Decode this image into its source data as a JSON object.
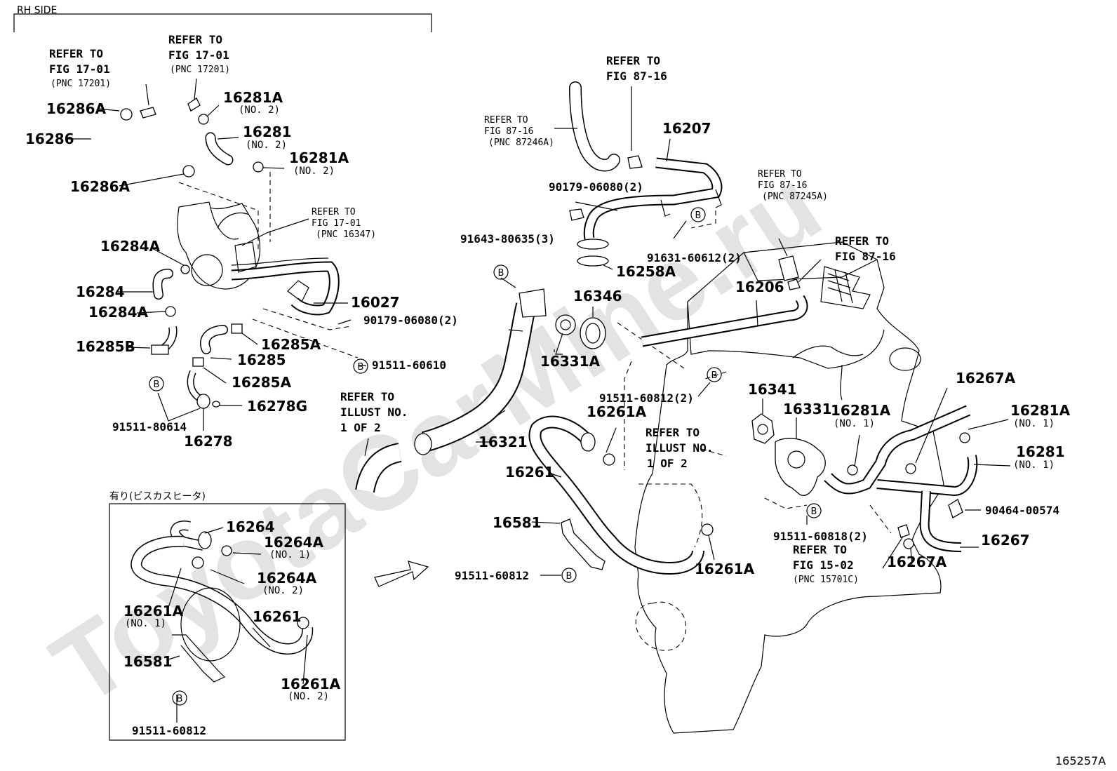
{
  "header": {
    "section": "RH SIDE",
    "figure_code": "165257A"
  },
  "watermark": "ToyotaCarMine.ru",
  "refs": {
    "fig1701_a": [
      "REFER TO",
      "FIG 17-01",
      "(PNC 17201)"
    ],
    "fig1701_b": [
      "REFER TO",
      "FIG 17-01",
      "(PNC 17201)"
    ],
    "fig1701_c": [
      "REFER TO",
      "FIG 17-01",
      "(PNC 16347)"
    ],
    "fig8716_a": [
      "REFER TO",
      "FIG 87-16"
    ],
    "fig8716_b": [
      "REFER TO",
      "FIG 87-16",
      "(PNC 87246A)"
    ],
    "fig8716_c": [
      "REFER TO",
      "FIG 87-16",
      "(PNC 87245A)"
    ],
    "fig8716_d": [
      "REFER TO",
      "FIG 87-16"
    ],
    "illust_a": [
      "REFER TO",
      "ILLUST NO.",
      "1 OF 2"
    ],
    "illust_b": [
      "REFER TO",
      "ILLUST NO.",
      "1 OF 2"
    ],
    "fig1502": [
      "REFER TO",
      "FIG 15-02",
      "(PNC 15701C)"
    ]
  },
  "inset": {
    "title": "有り(ビスカスヒータ)"
  },
  "bolt_symbol": "B",
  "labels": [
    {
      "id": "l1",
      "text": "16286A"
    },
    {
      "id": "l2",
      "text": "16286"
    },
    {
      "id": "l3",
      "text": "16286A"
    },
    {
      "id": "l4",
      "text": "16281A"
    },
    {
      "id": "l5",
      "text": "(NO. 2)"
    },
    {
      "id": "l6",
      "text": "16281"
    },
    {
      "id": "l7",
      "text": "(NO. 2)"
    },
    {
      "id": "l8",
      "text": "16281A"
    },
    {
      "id": "l9",
      "text": "(NO. 2)"
    },
    {
      "id": "l10",
      "text": "16284A"
    },
    {
      "id": "l11",
      "text": "16284"
    },
    {
      "id": "l12",
      "text": "16284A"
    },
    {
      "id": "l13",
      "text": "16285B"
    },
    {
      "id": "l14",
      "text": "16027"
    },
    {
      "id": "l15",
      "text": "90179-06080(2)"
    },
    {
      "id": "l16",
      "text": "16285A"
    },
    {
      "id": "l17",
      "text": "16285"
    },
    {
      "id": "l18",
      "text": "16285A"
    },
    {
      "id": "l19",
      "text": "91511-60610"
    },
    {
      "id": "l20",
      "text": "16278G"
    },
    {
      "id": "l21",
      "text": "91511-80614"
    },
    {
      "id": "l22",
      "text": "16278"
    },
    {
      "id": "l23",
      "text": "16264"
    },
    {
      "id": "l24",
      "text": "16264A"
    },
    {
      "id": "l25",
      "text": "(NO. 1)"
    },
    {
      "id": "l26",
      "text": "16264A"
    },
    {
      "id": "l27",
      "text": "(NO. 2)"
    },
    {
      "id": "l28",
      "text": "16261A"
    },
    {
      "id": "l29",
      "text": "(NO. 1)"
    },
    {
      "id": "l30",
      "text": "16261"
    },
    {
      "id": "l31",
      "text": "16581"
    },
    {
      "id": "l32",
      "text": "16261A"
    },
    {
      "id": "l33",
      "text": "(NO. 2)"
    },
    {
      "id": "l34",
      "text": "91511-60812"
    },
    {
      "id": "l35",
      "text": "16207"
    },
    {
      "id": "l36",
      "text": "90179-06080(2)"
    },
    {
      "id": "l37",
      "text": "91631-60612(2)"
    },
    {
      "id": "l38",
      "text": "16258A"
    },
    {
      "id": "l39",
      "text": "91643-80635(3)"
    },
    {
      "id": "l40",
      "text": "16346"
    },
    {
      "id": "l41",
      "text": "16331A"
    },
    {
      "id": "l42",
      "text": "16321"
    },
    {
      "id": "l43",
      "text": "16206"
    },
    {
      "id": "l44",
      "text": "91511-60812(2)"
    },
    {
      "id": "l45",
      "text": "16261A"
    },
    {
      "id": "l46",
      "text": "16261"
    },
    {
      "id": "l47",
      "text": "16581"
    },
    {
      "id": "l48",
      "text": "91511-60812"
    },
    {
      "id": "l49",
      "text": "16341"
    },
    {
      "id": "l50",
      "text": "16331"
    },
    {
      "id": "l51",
      "text": "16261A"
    },
    {
      "id": "l52",
      "text": "16281A"
    },
    {
      "id": "l53",
      "text": "(NO. 1)"
    },
    {
      "id": "l54",
      "text": "16267A"
    },
    {
      "id": "l55",
      "text": "16281A"
    },
    {
      "id": "l56",
      "text": "(NO. 1)"
    },
    {
      "id": "l57",
      "text": "16281"
    },
    {
      "id": "l58",
      "text": "(NO. 1)"
    },
    {
      "id": "l59",
      "text": "90464-00574"
    },
    {
      "id": "l60",
      "text": "16267"
    },
    {
      "id": "l61",
      "text": "16267A"
    },
    {
      "id": "l62",
      "text": "91511-60818(2)"
    }
  ]
}
